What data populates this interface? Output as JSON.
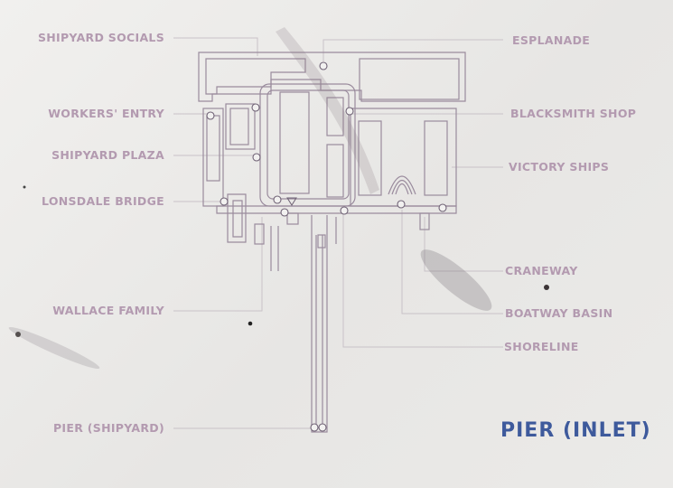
{
  "colors": {
    "label": "#b39ab0",
    "title": "#3e5a9c",
    "plan_line": "#9a8b9d",
    "leader": "#c9c2c8",
    "background": "#ecebea"
  },
  "labels_left": [
    "SHIPYARD SOCIALS",
    "WORKERS' ENTRY",
    "SHIPYARD PLAZA",
    "LONSDALE BRIDGE",
    "WALLACE FAMILY",
    "PIER (SHIPYARD)"
  ],
  "labels_right": [
    "ESPLANADE",
    "BLACKSMITH SHOP",
    "VICTORY SHIPS",
    "CRANEWAY",
    "BOATWAY BASIN",
    "SHORELINE"
  ],
  "title": "PIER (INLET)"
}
